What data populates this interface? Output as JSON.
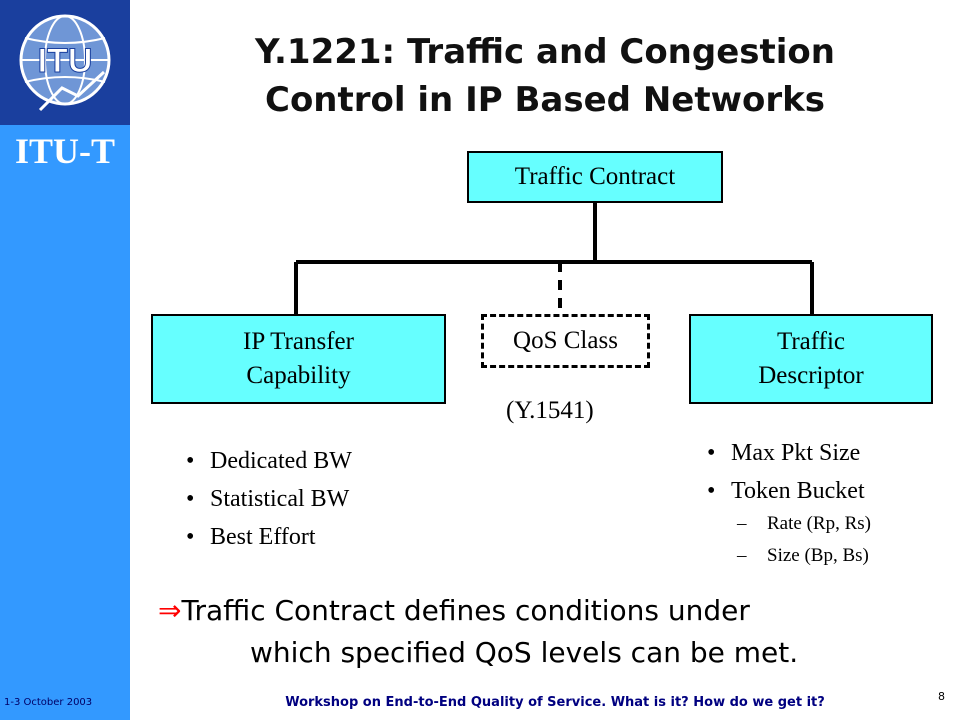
{
  "sidebar": {
    "logo_text": "ITU",
    "title": "ITU-T",
    "date": "1-3 October 2003"
  },
  "slide": {
    "title_line1": "Y.1221: Traffic and Congestion",
    "title_line2": "Control in IP Based Networks",
    "root_box": "Traffic Contract",
    "left_box_line1": "IP Transfer",
    "left_box_line2": "Capability",
    "middle_box": "QoS Class",
    "middle_note": "(Y.1541)",
    "right_box_line1": "Traffic",
    "right_box_line2": "Descriptor",
    "left_bullets": [
      "Dedicated BW",
      "Statistical BW",
      "Best Effort"
    ],
    "right_bullets": [
      "Max Pkt Size",
      "Token Bucket"
    ],
    "right_sub_bullets": [
      "Rate (Rp, Rs)",
      "Size (Bp, Bs)"
    ],
    "conclusion_arrow": "⇒",
    "conclusion_line1": "Traffic Contract defines conditions under",
    "conclusion_line2": "which specified QoS levels can be met."
  },
  "footer": {
    "text": "Workshop on End-to-End Quality of Service. What is it? How do we get it?",
    "page_number": "8"
  },
  "colors": {
    "sidebar": "#3399ff",
    "box_fill": "#66ffff",
    "arrow": "#ff0000",
    "footer_text": "#000080"
  }
}
